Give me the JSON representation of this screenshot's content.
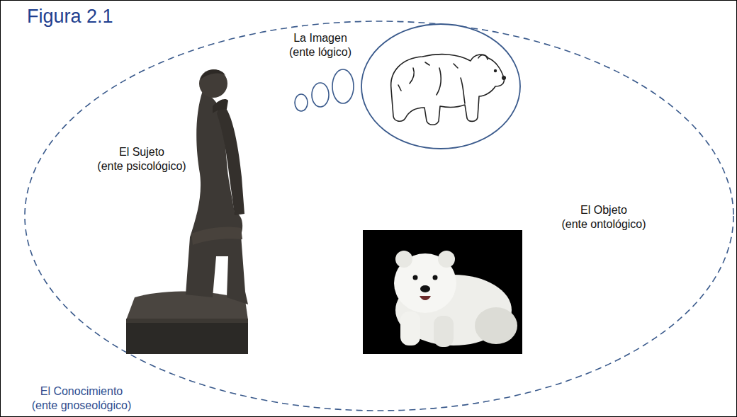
{
  "diagram": {
    "title": "Figura 2.1",
    "nodes": [
      {
        "text": [
          "El Conocimiento (ente gnoseológico)"
        ]
      },
      {
        "text": [
          "El Sujeto (ente psicológico)"
        ],
        "in": 0
      },
      {
        "text": [
          "La Imagen (ente lógico)"
        ],
        "in": 0
      },
      {
        "text": [
          "El Objeto (ente ontológico)"
        ],
        "in": 0
      }
    ]
  }
}
